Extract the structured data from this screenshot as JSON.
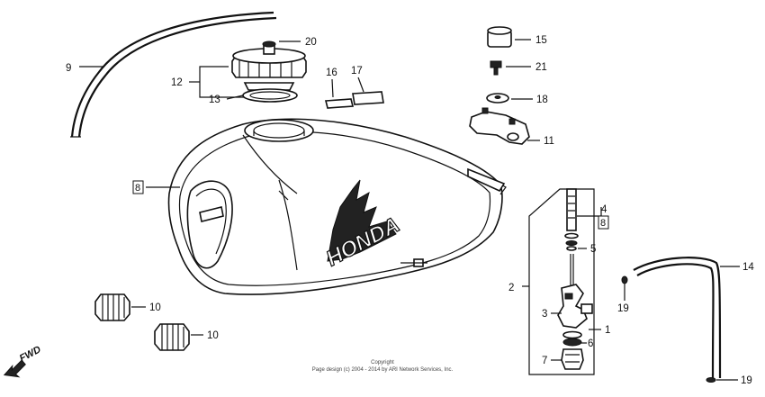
{
  "callouts": [
    {
      "id": "c9",
      "label": "9"
    },
    {
      "id": "c12",
      "label": "12"
    },
    {
      "id": "c13",
      "label": "13"
    },
    {
      "id": "c20",
      "label": "20"
    },
    {
      "id": "c16",
      "label": "16"
    },
    {
      "id": "c17",
      "label": "17"
    },
    {
      "id": "c15",
      "label": "15"
    },
    {
      "id": "c21",
      "label": "21"
    },
    {
      "id": "c18",
      "label": "18"
    },
    {
      "id": "c11",
      "label": "11"
    },
    {
      "id": "c8a",
      "label": "8"
    },
    {
      "id": "c4",
      "label": "4"
    },
    {
      "id": "c8b",
      "label": "8"
    },
    {
      "id": "c5",
      "label": "5"
    },
    {
      "id": "c2",
      "label": "2"
    },
    {
      "id": "c3",
      "label": "3"
    },
    {
      "id": "c1",
      "label": "1"
    },
    {
      "id": "c6",
      "label": "6"
    },
    {
      "id": "c7",
      "label": "7"
    },
    {
      "id": "c14",
      "label": "14"
    },
    {
      "id": "c19a",
      "label": "19"
    },
    {
      "id": "c19b",
      "label": "19"
    },
    {
      "id": "c10a",
      "label": "10"
    },
    {
      "id": "c10b",
      "label": "10"
    }
  ],
  "brand_text": "HONDA",
  "fwd_label": "FWD",
  "copyright_line1": "Copyright",
  "copyright_line2": "Page design (c) 2004 - 2014 by ARI Network Services, Inc."
}
